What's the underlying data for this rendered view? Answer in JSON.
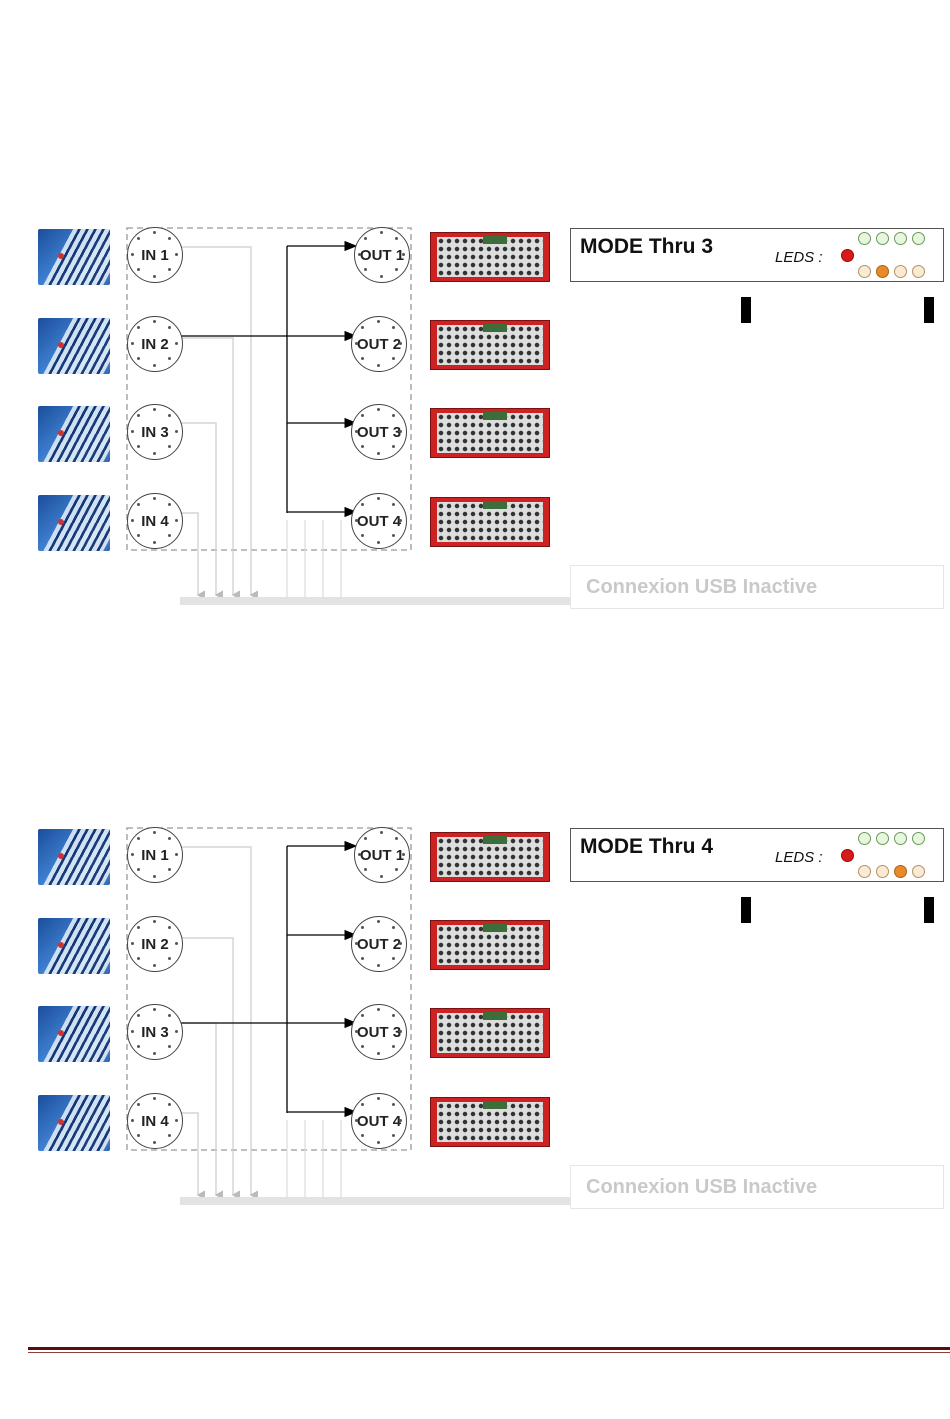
{
  "sections": [
    {
      "mode_title": "MODE Thru 3",
      "leds_label": "LEDS :",
      "inputs": [
        "IN 1",
        "IN 2",
        "IN 3",
        "IN 4"
      ],
      "outputs": [
        "OUT 1",
        "OUT 2",
        "OUT 3",
        "OUT 4"
      ],
      "active_input": "IN 2",
      "usb_status": "Connexion USB Inactive",
      "led_top_row": [
        "green",
        "green",
        "green",
        "green"
      ],
      "led_bottom_row": [
        "beige",
        "orange",
        "beige",
        "beige"
      ]
    },
    {
      "mode_title": "MODE Thru 4",
      "leds_label": "LEDS :",
      "inputs": [
        "IN 1",
        "IN 2",
        "IN 3",
        "IN 4"
      ],
      "outputs": [
        "OUT 1",
        "OUT 2",
        "OUT 3",
        "OUT 4"
      ],
      "active_input": "IN 3",
      "usb_status": "Connexion USB Inactive",
      "led_top_row": [
        "green",
        "green",
        "green",
        "green"
      ],
      "led_bottom_row": [
        "beige",
        "beige",
        "orange",
        "beige"
      ]
    }
  ],
  "colors": {
    "led_power": "#d51c1c",
    "led_green": "#e8f6e0",
    "led_beige": "#f8ead4",
    "led_orange": "#e8892a",
    "rack_red": "#cc2222",
    "footer_rule": "#5a0d0d"
  }
}
